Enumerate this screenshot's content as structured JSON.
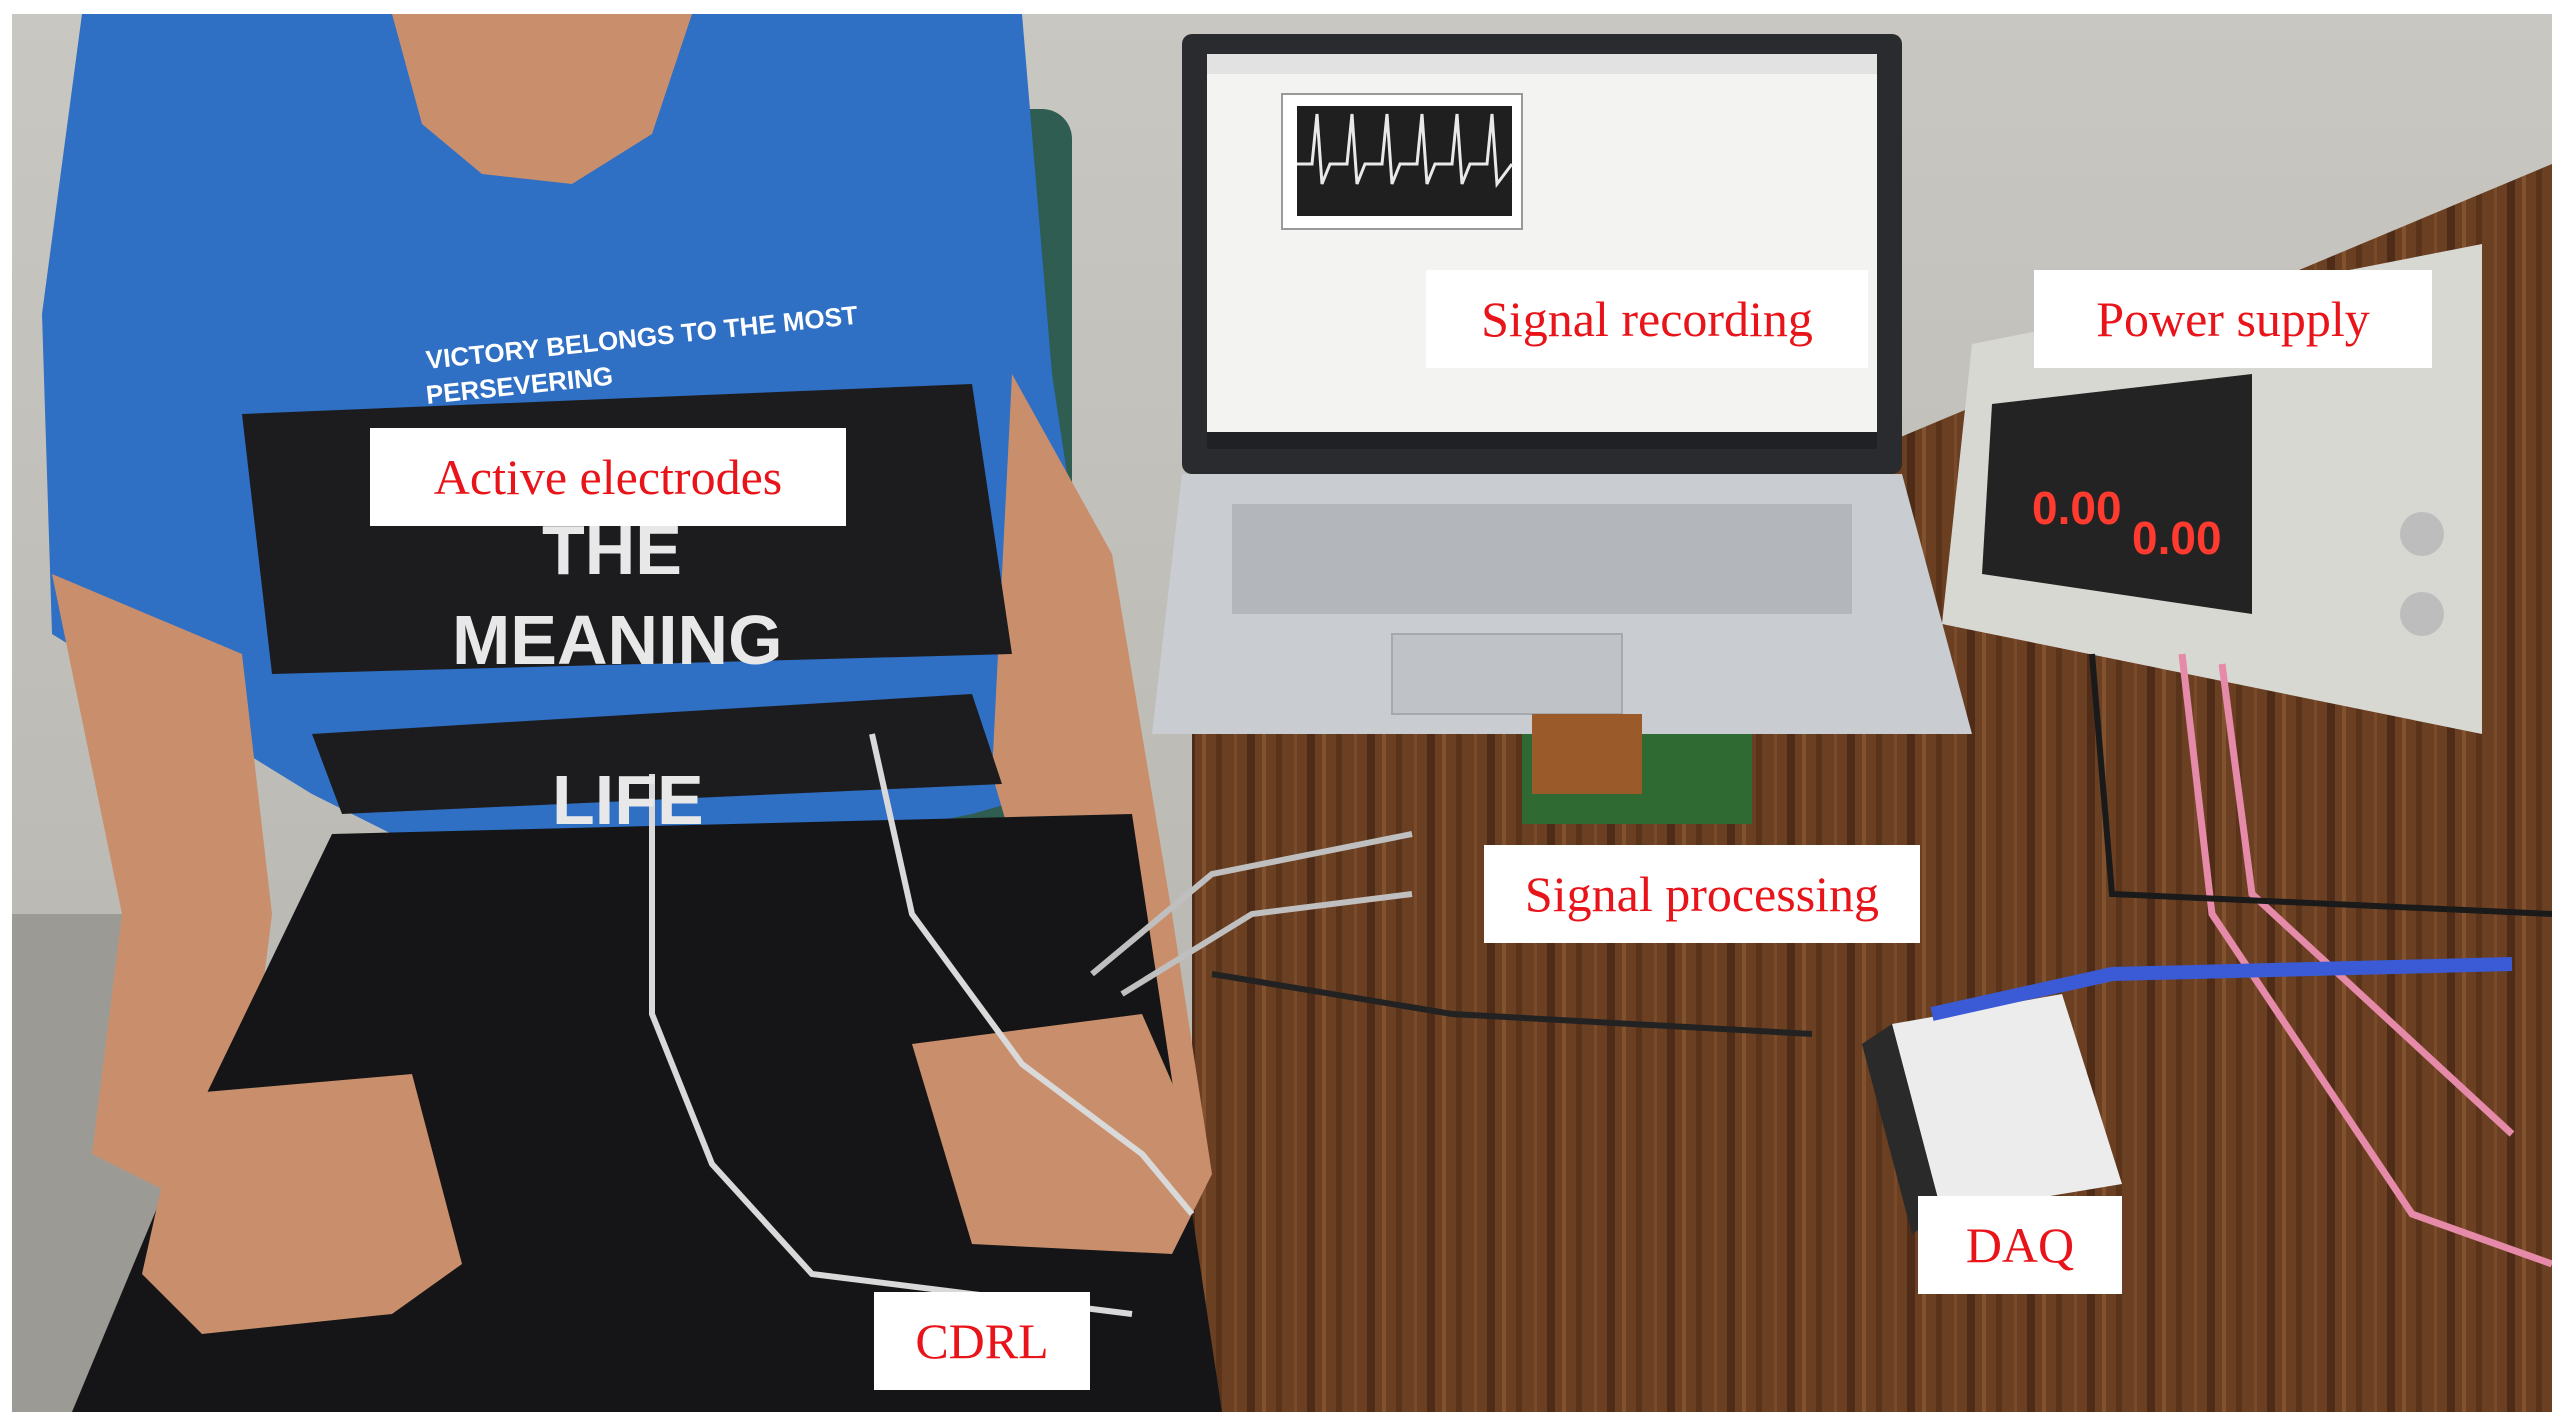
{
  "figure": {
    "labels": {
      "active_electrodes": "Active electrodes",
      "signal_recording": "Signal recording",
      "power_supply": "Power supply",
      "signal_processing": "Signal processing",
      "daq": "DAQ",
      "cdrl": "CDRL"
    },
    "shirt_text": {
      "line1": "VICTORY BELONGS TO THE MOST",
      "line2": "PERSEVERING",
      "print1": "THE",
      "print2": "MEANING",
      "print3": "LIFE"
    },
    "power_supply_readouts": [
      "0.00",
      "0.00"
    ],
    "colors": {
      "label_text": "#e8141a",
      "label_background": "#ffffff",
      "shirt": "#2f6fc4",
      "desk": "#6b3f22",
      "laptop": "#c9ccd0"
    }
  }
}
